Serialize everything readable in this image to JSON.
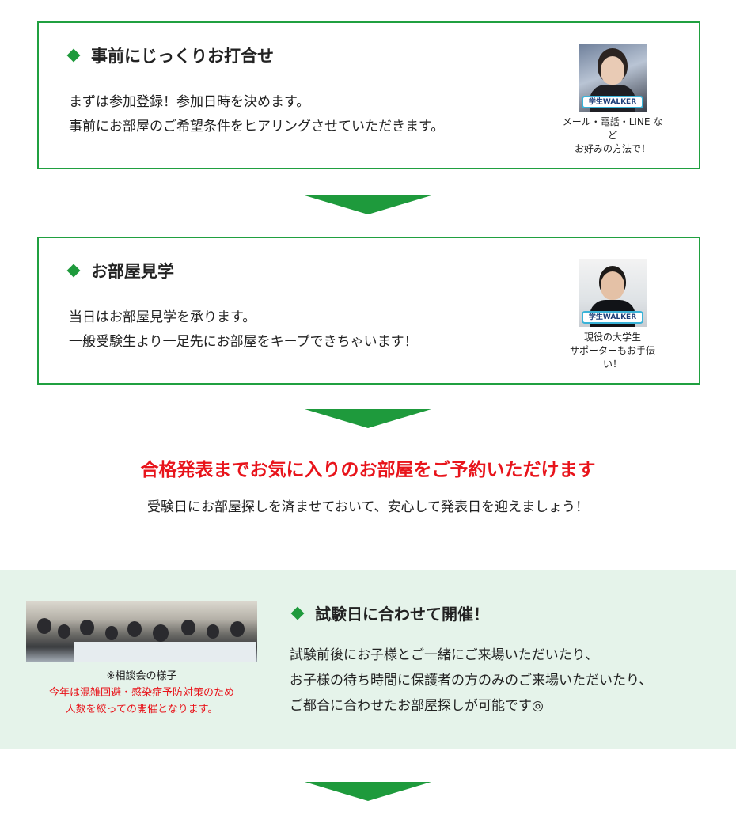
{
  "steps": [
    {
      "title": "事前にじっくりお打合せ",
      "lines": [
        "まずは参加登録！参加日時を決めます。",
        "事前にお部屋のご希望条件をヒアリングさせていただきます。"
      ],
      "photo_sign": "学生WALKER",
      "caption_lines": [
        "メール・電話・LINE など",
        "お好みの方法で！"
      ]
    },
    {
      "title": "お部屋見学",
      "lines": [
        "当日はお部屋見学を承ります。",
        "一般受験生より一足先にお部屋をキープできちゃいます！"
      ],
      "photo_sign": "学生WALKER",
      "caption_lines": [
        "現役の大学生",
        "サポーターもお手伝い！"
      ]
    }
  ],
  "headline": "合格発表までお気に入りのお部屋をご予約いただけます",
  "subline": "受験日にお部屋探しを済ませておいて、安心して発表日を迎えましょう！",
  "event": {
    "caption_note": "※相談会の様子",
    "caption_warn_lines": [
      "今年は混雑回避・感染症予防対策のため",
      "人数を絞っての開催となります。"
    ],
    "title": "試験日に合わせて開催！",
    "lines": [
      "試験前後にお子様とご一緒にご来場いただいたり、",
      "お子様の待ち時間に保護者の方のみのご来場いただいたり、",
      "ご都合に合わせたお部屋探しが可能です◎"
    ]
  },
  "colors": {
    "accent_green": "#1e9a3c",
    "box_border": "#20a040",
    "headline_red": "#e8141b",
    "panel_bg": "#e5f3ea"
  },
  "icons": {
    "bullet": "diamond-icon",
    "flow": "down-arrow-icon"
  }
}
